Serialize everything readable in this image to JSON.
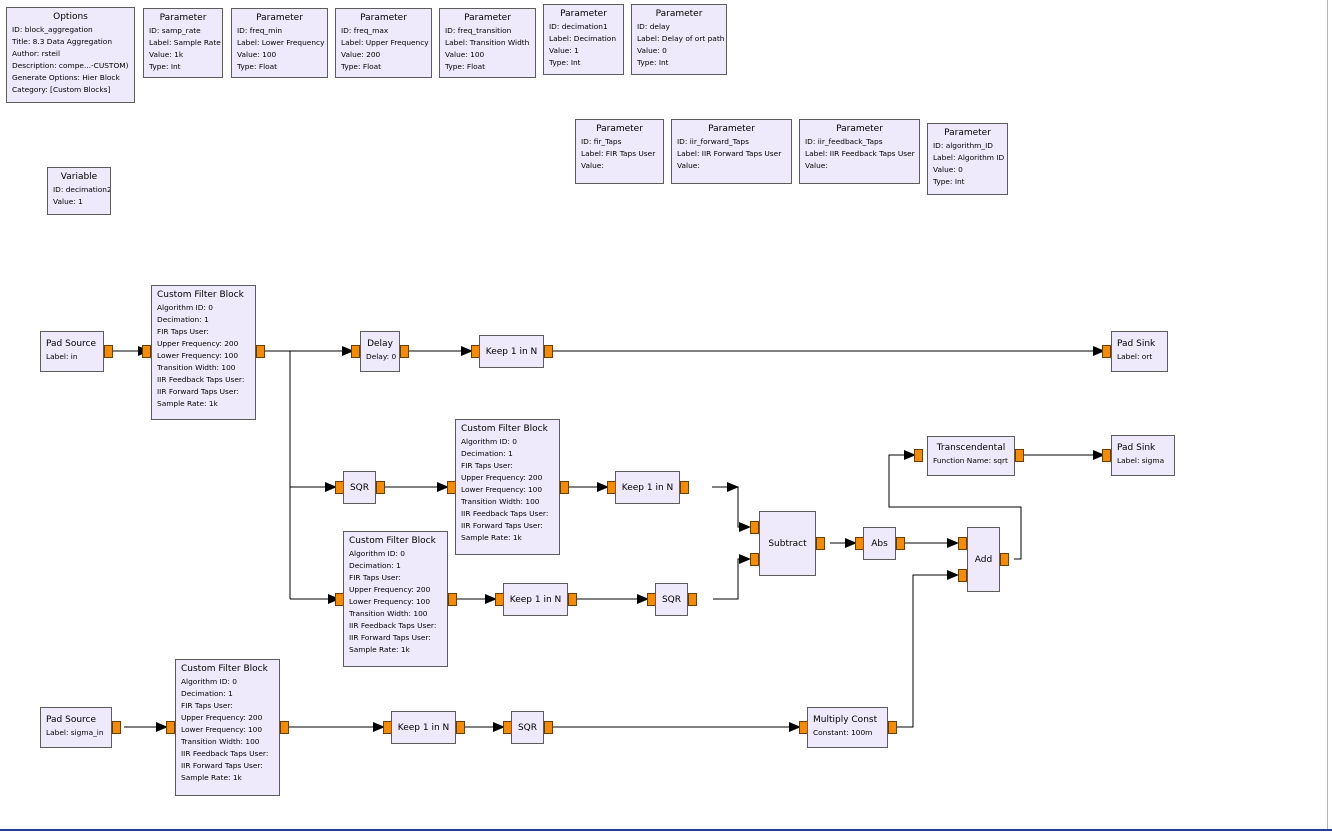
{
  "flowgraph": {
    "options": {
      "title": "Options",
      "rows": [
        "ID: block_aggregation",
        "Title: 8.3 Data Aggregation",
        "Author: rsteil",
        "Description: compe...-CUSTOM)",
        "Generate Options: Hier Block",
        "Category: [Custom Blocks]"
      ]
    },
    "parameters": [
      {
        "title": "Parameter",
        "rows": [
          "ID: samp_rate",
          "Label: Sample Rate",
          "Value: 1k",
          "Type: Int"
        ]
      },
      {
        "title": "Parameter",
        "rows": [
          "ID: freq_min",
          "Label: Lower Frequency",
          "Value: 100",
          "Type: Float"
        ]
      },
      {
        "title": "Parameter",
        "rows": [
          "ID: freq_max",
          "Label: Upper Frequency",
          "Value: 200",
          "Type: Float"
        ]
      },
      {
        "title": "Parameter",
        "rows": [
          "ID: freq_transition",
          "Label: Transition Width",
          "Value: 100",
          "Type: Float"
        ]
      },
      {
        "title": "Parameter",
        "rows": [
          "ID: decimation1",
          "Label: Decimation",
          "Value: 1",
          "Type: Int"
        ]
      },
      {
        "title": "Parameter",
        "rows": [
          "ID: delay",
          "Label: Delay of ort path",
          "Value: 0",
          "Type: Int"
        ]
      },
      {
        "title": "Parameter",
        "rows": [
          "ID: fir_Taps",
          "Label: FIR Taps User",
          "Value:"
        ]
      },
      {
        "title": "Parameter",
        "rows": [
          "ID: iir_forward_Taps",
          "Label: IIR Forward Taps User",
          "Value:"
        ]
      },
      {
        "title": "Parameter",
        "rows": [
          "ID: iir_feedback_Taps",
          "Label: IIR Feedback Taps User",
          "Value:"
        ]
      },
      {
        "title": "Parameter",
        "rows": [
          "ID: algorithm_ID",
          "Label: Algorithm ID",
          "Value: 0",
          "Type: Int"
        ]
      }
    ],
    "variable": {
      "title": "Variable",
      "rows": [
        "ID: decimation2",
        "Value: 1"
      ]
    },
    "pad_source_in": {
      "title": "Pad Source",
      "rows": [
        "Label: in"
      ]
    },
    "pad_source_sigma": {
      "title": "Pad Source",
      "rows": [
        "Label: sigma_in"
      ]
    },
    "pad_sink_ort": {
      "title": "Pad Sink",
      "rows": [
        "Label: ort"
      ]
    },
    "pad_sink_sigma": {
      "title": "Pad Sink",
      "rows": [
        "Label: sigma"
      ]
    },
    "custom_filters": [
      {
        "title": "Custom Filter Block",
        "rows": [
          "Algorithm ID: 0",
          "Decimation: 1",
          "FIR Taps User:",
          "Upper Frequency: 200",
          "Lower Frequency: 100",
          "Transition Width: 100",
          "IIR Feedback Taps User:",
          "IIR Forward Taps User:",
          "Sample Rate: 1k"
        ]
      },
      {
        "title": "Custom Filter Block",
        "rows": [
          "Algorithm ID: 0",
          "Decimation: 1",
          "FIR Taps User:",
          "Upper Frequency: 200",
          "Lower Frequency: 100",
          "Transition Width: 100",
          "IIR Feedback Taps User:",
          "IIR Forward Taps User:",
          "Sample Rate: 1k"
        ]
      },
      {
        "title": "Custom Filter Block",
        "rows": [
          "Algorithm ID: 0",
          "Decimation: 1",
          "FIR Taps User:",
          "Upper Frequency: 200",
          "Lower Frequency: 100",
          "Transition Width: 100",
          "IIR Feedback Taps User:",
          "IIR Forward Taps User:",
          "Sample Rate: 1k"
        ]
      },
      {
        "title": "Custom Filter Block",
        "rows": [
          "Algorithm ID: 0",
          "Decimation: 1",
          "FIR Taps User:",
          "Upper Frequency: 200",
          "Lower Frequency: 100",
          "Transition Width: 100",
          "IIR Feedback Taps User:",
          "IIR Forward Taps User:",
          "Sample Rate: 1k"
        ]
      }
    ],
    "delay": {
      "title": "Delay",
      "rows": [
        "Delay: 0"
      ]
    },
    "keep_1_in_n": {
      "title": "Keep 1 in N"
    },
    "sqr": {
      "title": "SQR"
    },
    "subtract": {
      "title": "Subtract"
    },
    "abs": {
      "title": "Abs"
    },
    "add": {
      "title": "Add"
    },
    "transcendental": {
      "title": "Transcendental",
      "rows": [
        "Function Name: sqrt"
      ]
    },
    "multiply_const": {
      "title": "Multiply Const",
      "rows": [
        "Constant: 100m"
      ]
    }
  },
  "colors": {
    "block_fill": "#eeeafc",
    "port": "#f28a0c",
    "wire": "#000000",
    "border": "#5c5c5c",
    "bottom_bar": "#283c9c"
  }
}
